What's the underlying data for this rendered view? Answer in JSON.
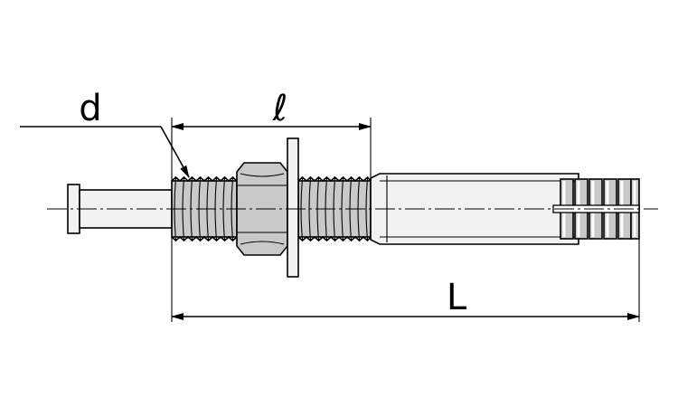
{
  "labels": {
    "diameter": "d",
    "thread_length": "ℓ",
    "total_length": "L"
  },
  "colors": {
    "line": "#000000",
    "shade": "#c9c9c9",
    "background": "#ffffff"
  }
}
